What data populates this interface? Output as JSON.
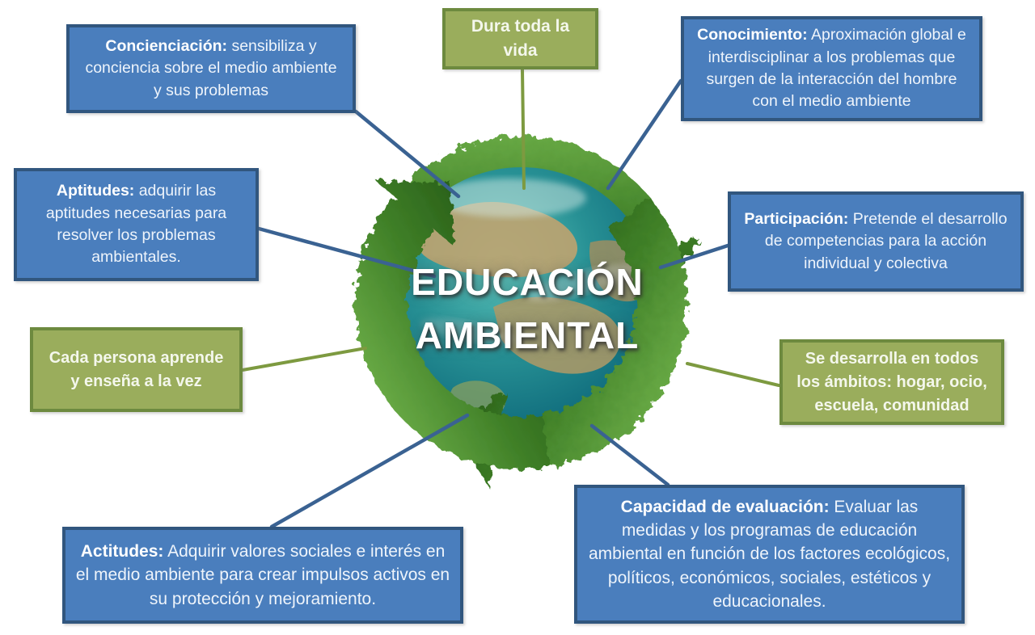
{
  "diagram": {
    "center": {
      "title_line1": "EDUCACIÓN",
      "title_line2": "AMBIENTAL",
      "image": "earth-globe-wrapped-by-grass-recycling-arrows"
    },
    "colors": {
      "blue_fill": "#4a7ebd",
      "blue_border": "#31567e",
      "green_fill": "#9aad5c",
      "green_border": "#6d8a3f",
      "connector_blue": "#3a6292",
      "connector_green": "#7d9a40",
      "title_color": "#ffffff"
    },
    "nodes": [
      {
        "id": "concienciacion",
        "style": "blue",
        "lead": "Concienciación:",
        "text": " sensibiliza y conciencia sobre el medio ambiente y sus problemas"
      },
      {
        "id": "dura-toda-la-vida",
        "style": "green",
        "lead": "",
        "text": "Dura toda la vida"
      },
      {
        "id": "conocimiento",
        "style": "blue",
        "lead": "Conocimiento:",
        "text": " Aproximación global e interdisciplinar a los problemas que surgen de la interacción del hombre con el medio ambiente"
      },
      {
        "id": "aptitudes",
        "style": "blue",
        "lead": "Aptitudes:",
        "text": " adquirir las aptitudes necesarias para resolver los problemas ambientales."
      },
      {
        "id": "participacion",
        "style": "blue",
        "lead": "Participación:",
        "text": " Pretende el desarrollo de competencias para la acción individual y colectiva"
      },
      {
        "id": "cada-persona",
        "style": "green",
        "lead": "",
        "text": "Cada persona aprende y enseña a la vez"
      },
      {
        "id": "se-desarrolla",
        "style": "green",
        "lead": "",
        "text": "Se desarrolla en todos los ámbitos: hogar, ocio, escuela, comunidad"
      },
      {
        "id": "actitudes",
        "style": "blue",
        "lead": "Actitudes:",
        "text": " Adquirir valores sociales e interés en el medio ambiente para crear impulsos activos en su protección y mejoramiento."
      },
      {
        "id": "capacidad-evaluacion",
        "style": "blue",
        "lead": "Capacidad de evaluación:",
        "text": " Evaluar las medidas y los programas de educación ambiental en función de los factores ecológicos, políticos, económicos, sociales, estéticos y educacionales."
      }
    ]
  }
}
